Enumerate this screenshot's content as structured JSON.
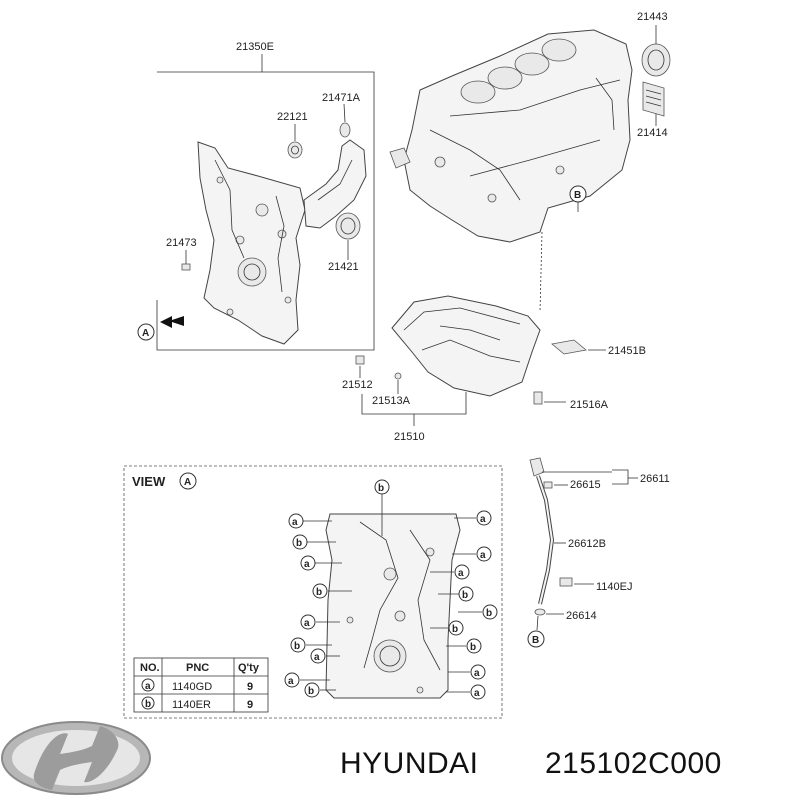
{
  "parts": {
    "front_cover_assy": "21350E",
    "oil_seal_small": "22121",
    "cover_gasket": "21471A",
    "bolt_21473": "21473",
    "oil_seal_front": "21421",
    "rear_oil_seal": "21443",
    "cover_plate": "21414",
    "oil_pan_assy": "21510",
    "oil_pan_plug": "21512",
    "oil_pan_gasket": "21513A",
    "baffle": "21451B",
    "drain_plug": "21516A",
    "dipstick_assy": "26611",
    "dipstick": "26615",
    "guide_tube": "26612B",
    "bolt_1140ej": "1140EJ",
    "o_ring": "26614"
  },
  "callouts": {
    "view_a": "A",
    "ref_b": "B",
    "mark_a": "a",
    "mark_b": "b"
  },
  "view": {
    "title": "VIEW",
    "marker": "A"
  },
  "table": {
    "headers": [
      "NO.",
      "PNC",
      "Q'ty"
    ],
    "rows": [
      {
        "no": "a",
        "pnc": "1140GD",
        "qty": "9"
      },
      {
        "no": "b",
        "pnc": "1140ER",
        "qty": "9"
      }
    ]
  },
  "brand": {
    "name": "HYUNDAI",
    "part_number": "215102C000"
  }
}
